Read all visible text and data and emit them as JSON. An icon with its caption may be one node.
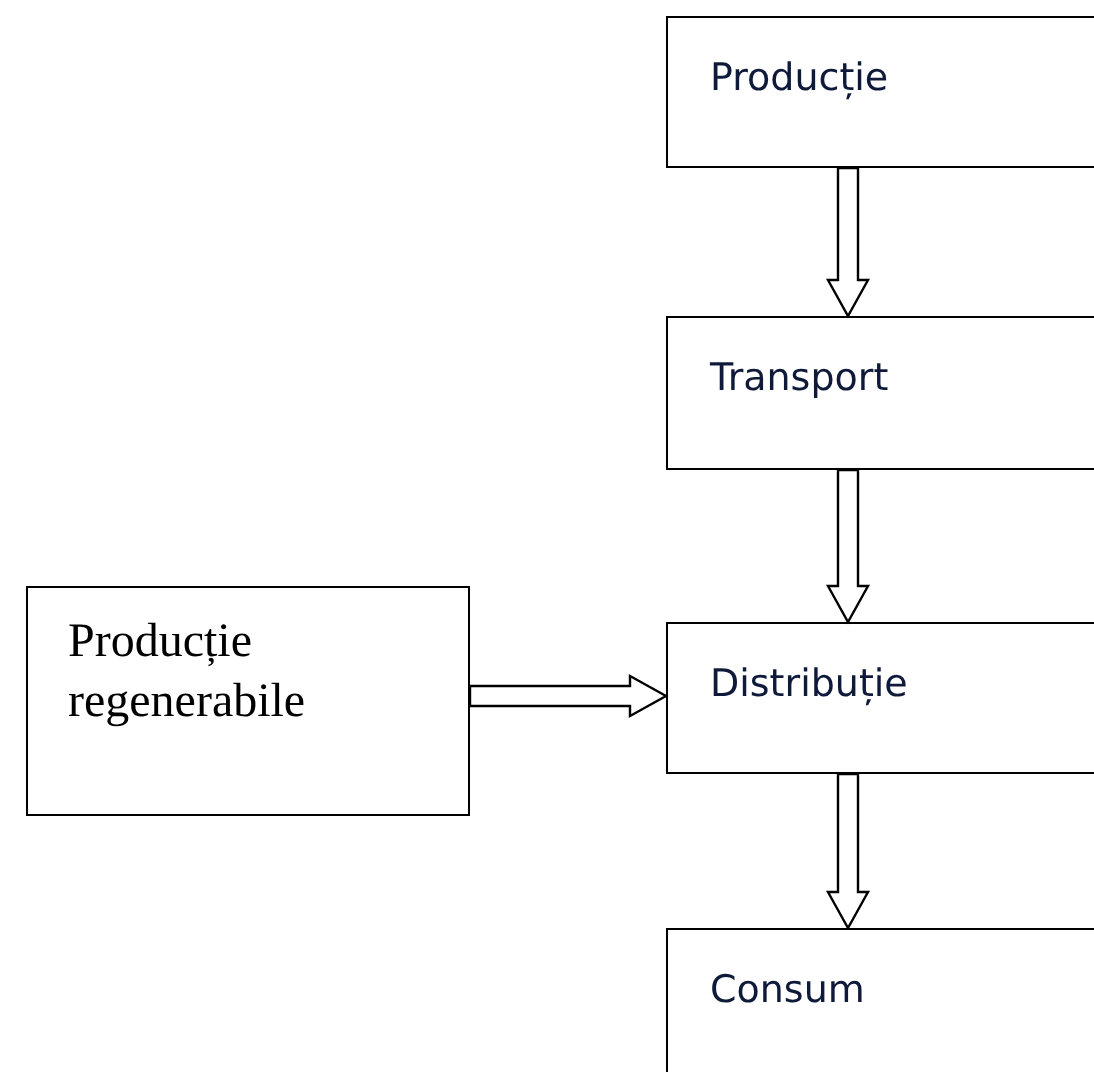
{
  "diagram": {
    "nodes": [
      {
        "text": [
          "Producție"
        ]
      },
      {
        "text": [
          "Transport"
        ]
      },
      {
        "text": [
          "Producție regenerabile"
        ]
      },
      {
        "text": [
          "Distribuție"
        ]
      },
      {
        "text": [
          "Consum"
        ]
      }
    ],
    "edges": [
      {
        "from": 0,
        "to": 1,
        "arrow": "to"
      },
      {
        "from": 1,
        "to": 3,
        "arrow": "to"
      },
      {
        "from": 2,
        "to": 3,
        "arrow": "to"
      },
      {
        "from": 3,
        "to": 4,
        "arrow": "to"
      }
    ]
  }
}
